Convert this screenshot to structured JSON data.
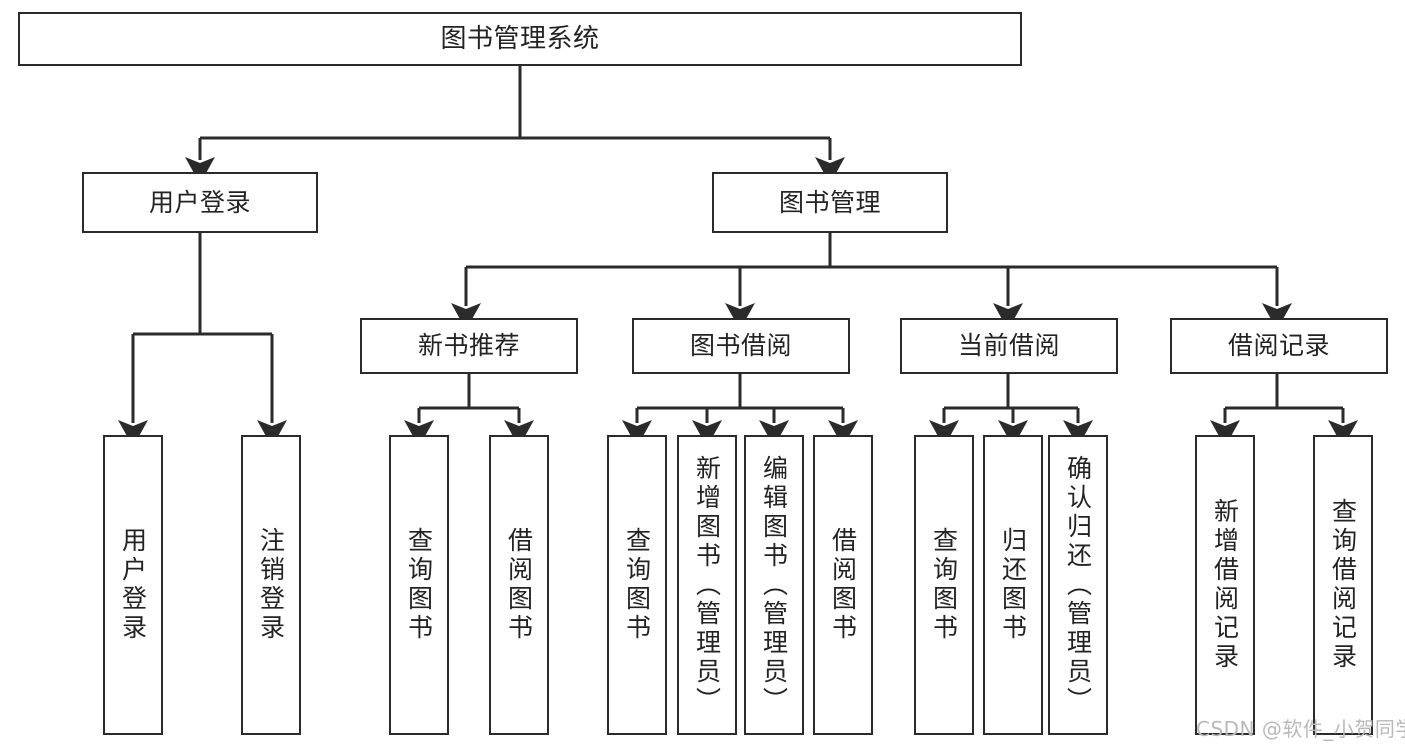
{
  "diagram": {
    "title": "图书管理系统",
    "type": "hierarchy-tree",
    "watermark": "CSDN @软件_小贺同学",
    "colors": {
      "stroke": "#2b2b2b",
      "text": "#232323",
      "background": "#ffffff",
      "watermark": "#b9b9b9"
    },
    "levels": {
      "root": {
        "label": "图书管理系统"
      },
      "level2": [
        {
          "id": "user-login",
          "label": "用户登录"
        },
        {
          "id": "book-manage",
          "label": "图书管理"
        }
      ],
      "level3": [
        {
          "id": "new-book-recommend",
          "label": "新书推荐",
          "parent": "book-manage"
        },
        {
          "id": "book-borrow",
          "label": "图书借阅",
          "parent": "book-manage"
        },
        {
          "id": "current-borrow",
          "label": "当前借阅",
          "parent": "book-manage"
        },
        {
          "id": "borrow-record",
          "label": "借阅记录",
          "parent": "book-manage"
        }
      ],
      "leaves": [
        {
          "id": "leaf-user-login",
          "label": "用户登录",
          "parent": "user-login"
        },
        {
          "id": "leaf-user-logout",
          "label": "注销登录",
          "parent": "user-login"
        },
        {
          "id": "leaf-query-book-1",
          "label": "查询图书",
          "parent": "new-book-recommend"
        },
        {
          "id": "leaf-borrow-book-1",
          "label": "借阅图书",
          "parent": "new-book-recommend"
        },
        {
          "id": "leaf-query-book-2",
          "label": "查询图书",
          "parent": "book-borrow"
        },
        {
          "id": "leaf-add-book",
          "label": "新增图书（管理员）",
          "parent": "book-borrow"
        },
        {
          "id": "leaf-edit-book",
          "label": "编辑图书（管理员）",
          "parent": "book-borrow"
        },
        {
          "id": "leaf-borrow-book-2",
          "label": "借阅图书",
          "parent": "book-borrow"
        },
        {
          "id": "leaf-query-book-3",
          "label": "查询图书",
          "parent": "current-borrow"
        },
        {
          "id": "leaf-return-book",
          "label": "归还图书",
          "parent": "current-borrow"
        },
        {
          "id": "leaf-confirm-return",
          "label": "确认归还（管理员）",
          "parent": "current-borrow"
        },
        {
          "id": "leaf-add-record",
          "label": "新增借阅记录",
          "parent": "borrow-record"
        },
        {
          "id": "leaf-query-record",
          "label": "查询借阅记录",
          "parent": "borrow-record"
        }
      ]
    }
  }
}
